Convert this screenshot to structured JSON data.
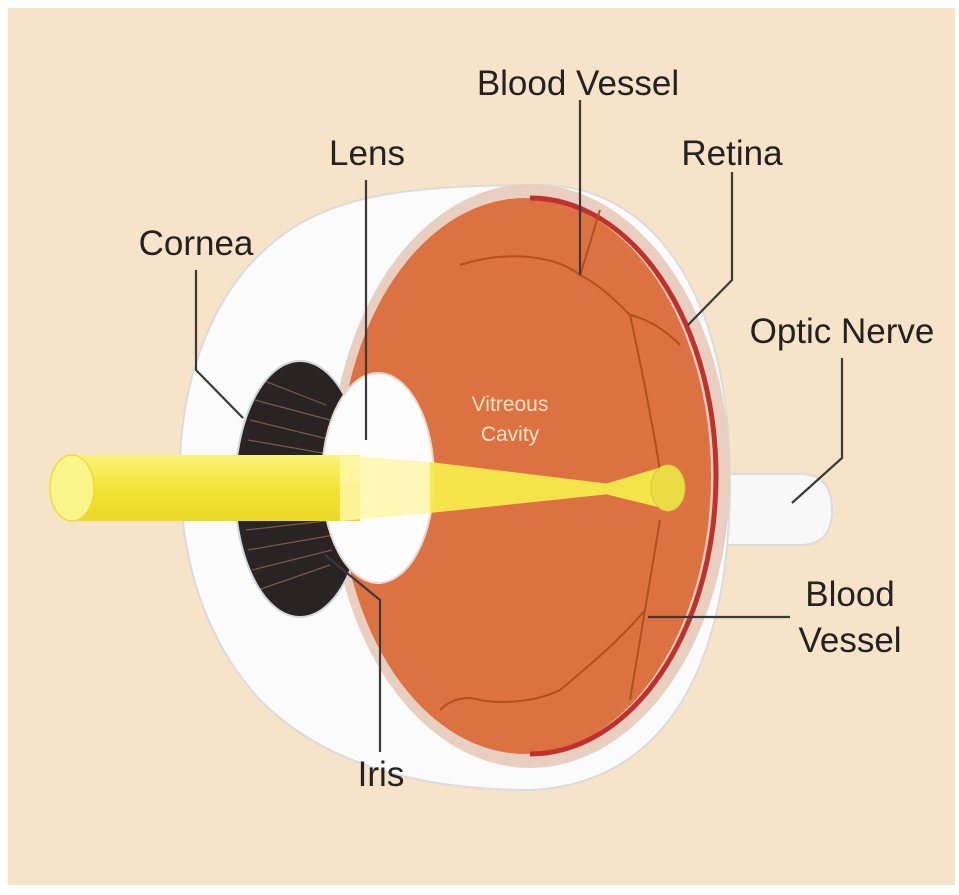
{
  "diagram": {
    "labels": {
      "blood_vessel_top": "Blood Vessel",
      "lens": "Lens",
      "retina": "Retina",
      "cornea": "Cornea",
      "optic_nerve": "Optic Nerve",
      "vitreous_line1": "Vitreous",
      "vitreous_line2": "Cavity",
      "blood_vessel_bottom_line1": "Blood",
      "blood_vessel_bottom_line2": "Vessel",
      "iris": "Iris"
    },
    "colors": {
      "background": "#f7e3c7",
      "sclera": "#fbfbfb",
      "vitreous": "#dc7142",
      "retina": "#c0312c",
      "iris": "#2a2323",
      "light_beam": "#f7ee4a"
    }
  }
}
